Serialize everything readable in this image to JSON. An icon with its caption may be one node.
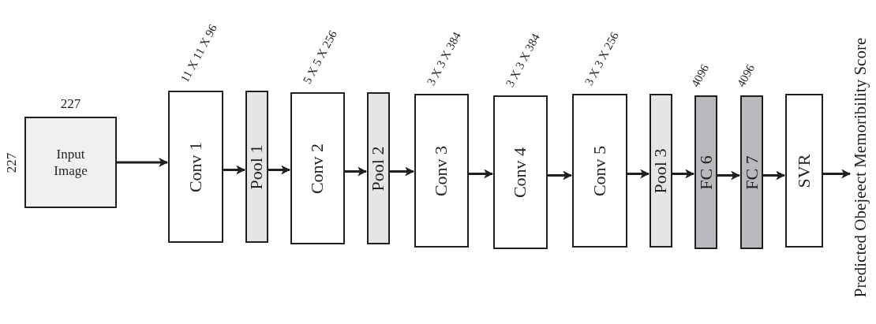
{
  "diagram": {
    "nodes": [
      {
        "text": [
          "Input Image"
        ],
        "beside": [
          "227",
          "227"
        ]
      },
      {
        "text": [
          "Conv 1"
        ],
        "beside": [
          "11 X 11 X 96"
        ]
      },
      {
        "text": [
          "Pool 1"
        ]
      },
      {
        "text": [
          "Conv 2"
        ],
        "beside": [
          "5 X 5 X 256"
        ]
      },
      {
        "text": [
          "Pool 2"
        ]
      },
      {
        "text": [
          "Conv 3"
        ],
        "beside": [
          "3 X 3 X 384"
        ]
      },
      {
        "text": [
          "Conv 4"
        ],
        "beside": [
          "3 X 3 X 384"
        ]
      },
      {
        "text": [
          "Conv 5"
        ],
        "beside": [
          "3 X 3 X 256"
        ]
      },
      {
        "text": [
          "Pool 3"
        ]
      },
      {
        "text": [
          "FC 6"
        ],
        "beside": [
          "4096"
        ]
      },
      {
        "text": [
          "FC 7"
        ],
        "beside": [
          "4096"
        ]
      },
      {
        "text": [
          "SVR"
        ]
      },
      {
        "text": [
          "Predicted Obejeect Memoribility Score"
        ]
      }
    ],
    "edges": [
      {
        "from": 0,
        "to": 1,
        "arrow": "to"
      },
      {
        "from": 1,
        "to": 2,
        "arrow": "to"
      },
      {
        "from": 2,
        "to": 3,
        "arrow": "to"
      },
      {
        "from": 3,
        "to": 4,
        "arrow": "to"
      },
      {
        "from": 4,
        "to": 5,
        "arrow": "to"
      },
      {
        "from": 5,
        "to": 6,
        "arrow": "to"
      },
      {
        "from": 6,
        "to": 7,
        "arrow": "to"
      },
      {
        "from": 7,
        "to": 8,
        "arrow": "to"
      },
      {
        "from": 8,
        "to": 9,
        "arrow": "to"
      },
      {
        "from": 9,
        "to": 10,
        "arrow": "to"
      },
      {
        "from": 10,
        "to": 11,
        "arrow": "to"
      },
      {
        "from": 11,
        "to": 12,
        "arrow": "to"
      }
    ]
  }
}
